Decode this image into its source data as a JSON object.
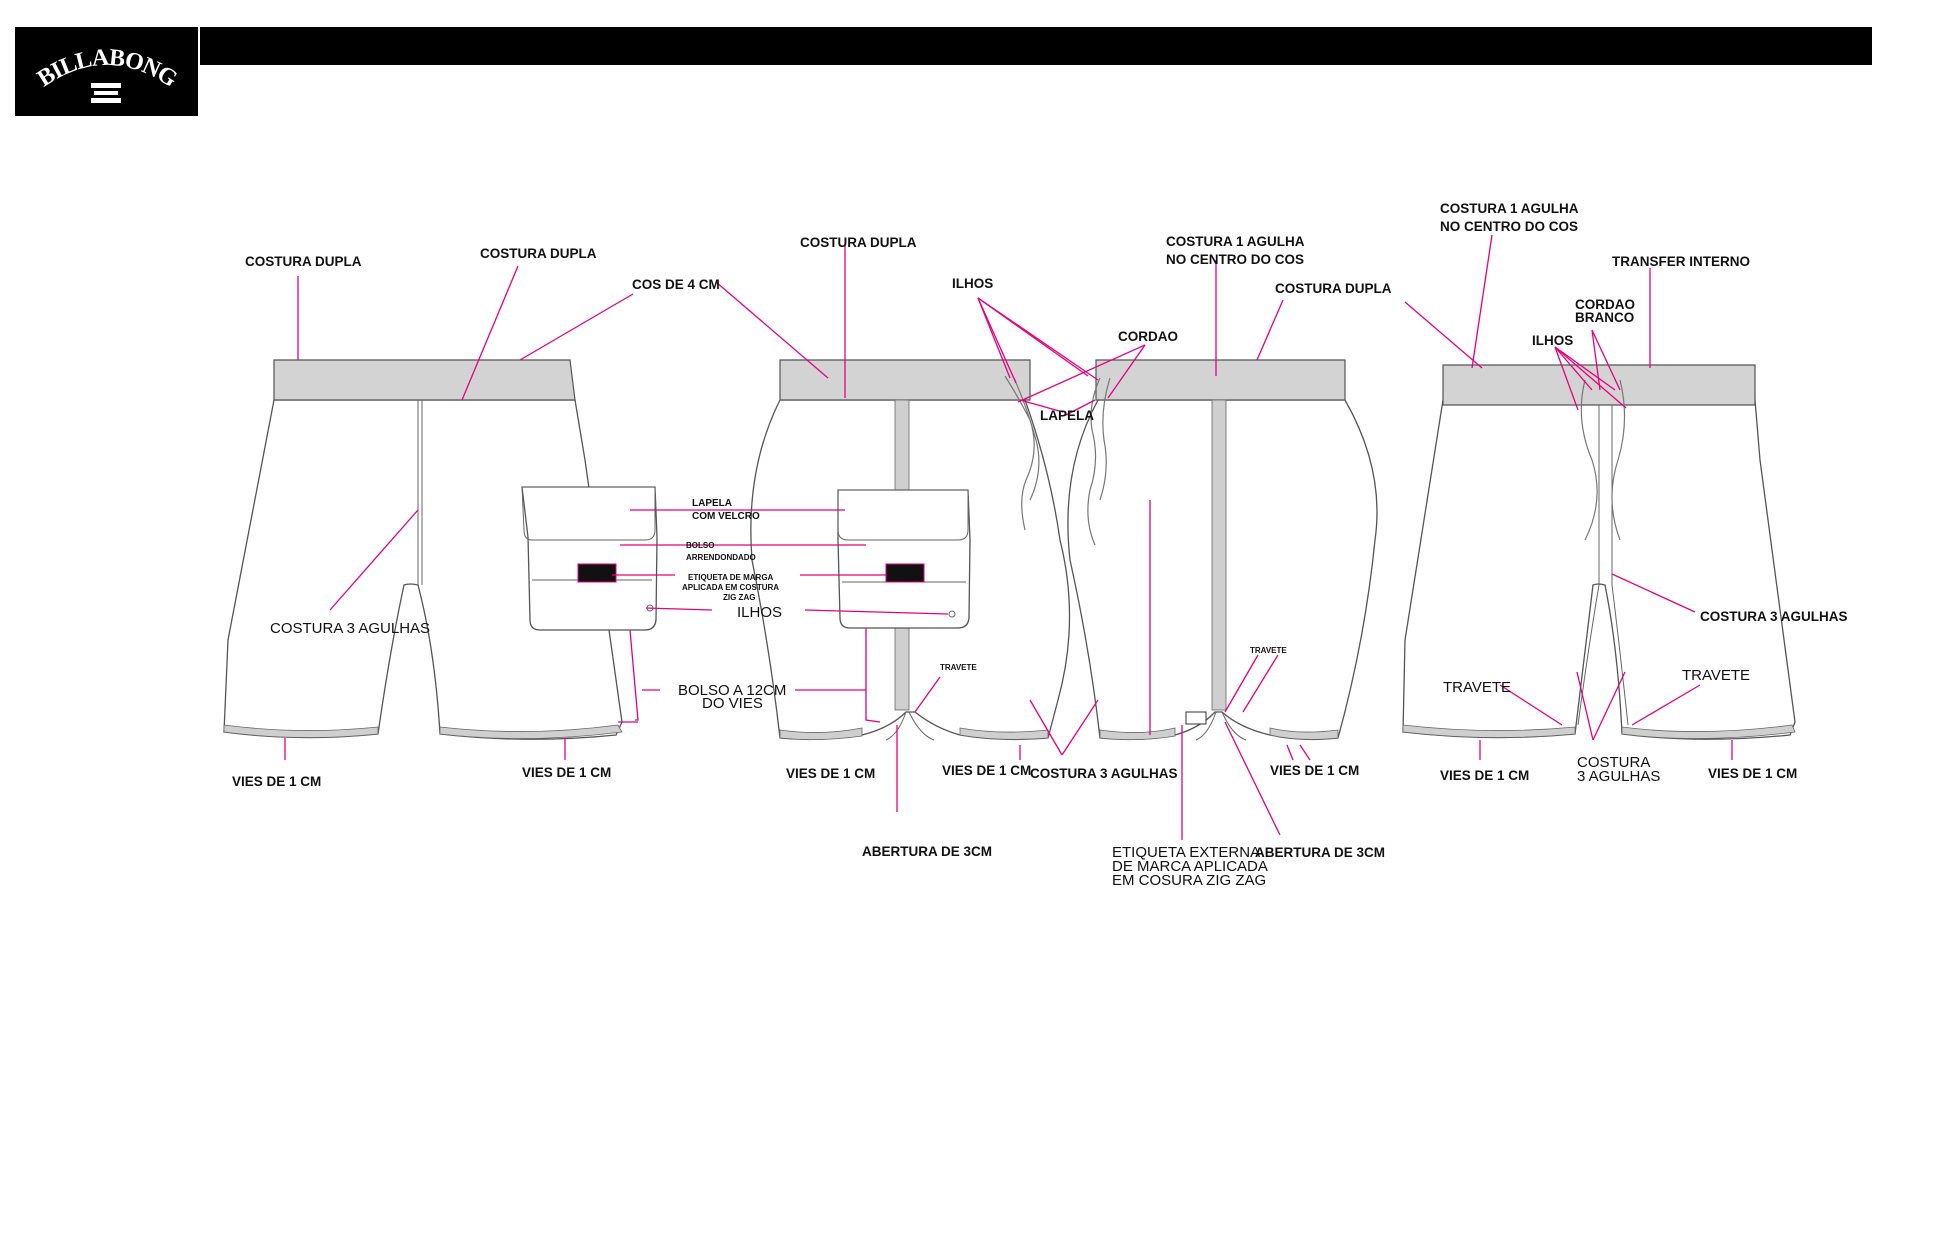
{
  "brand": {
    "name": "BILLABONG",
    "logo_icon": "billabong-logo-icon",
    "color": "#000000"
  },
  "colors": {
    "leader": "#e6007e",
    "band": "#d3d3d3",
    "outline": "#555555"
  },
  "labels": {
    "v1_costura_dupla_a": "COSTURA DUPLA",
    "v1_costura_dupla_b": "COSTURA DUPLA",
    "v1_cos": "COS DE 4 CM",
    "v1_costura3": "COSTURA 3 AGULHAS",
    "v1_vies_l": "VIES DE 1 CM",
    "v1_vies_r": "VIES DE 1 CM",
    "pk_lapela_1": "LAPELA",
    "pk_lapela_2": "COM VELCRO",
    "pk_bolso_1": "BOLSO",
    "pk_bolso_2": "ARRENDONDADO",
    "pk_etiq_1": "ETIQUETA DE MARGA",
    "pk_etiq_2": "APLICADA EM COSTURA",
    "pk_etiq_3": "ZIG ZAG",
    "pk_ilhos": "ILHOS",
    "pk_bolso12_1": "BOLSO A 12CM",
    "pk_bolso12_2": "DO VIES",
    "v2_costura_dupla": "COSTURA DUPLA",
    "v2_ilhos": "ILHOS",
    "v2_cordao": "CORDAO",
    "v2_lapela": "LAPELA",
    "v2_travete": "TRAVETE",
    "v2_vies_l": "VIES DE 1 CM",
    "v2_vies_r": "VIES DE 1 CM",
    "v2_abertura": "ABERTURA DE 3CM",
    "mid_costura3": "COSTURA 3 AGULHAS",
    "v3_costura1_1": "COSTURA 1 AGULHA",
    "v3_costura1_2": "NO CENTRO DO COS",
    "v3_costura_dupla": "COSTURA DUPLA",
    "v3_travete": "TRAVETE",
    "v3_vies": "VIES DE 1 CM",
    "v3_etiq_1": "ETIQUETA EXTERNA",
    "v3_etiq_2": "DE MARCA APLICADA",
    "v3_etiq_3": "EM COSURA ZIG ZAG",
    "v3_abertura": "ABERTURA DE 3CM",
    "v4_costura1_1": "COSTURA 1 AGULHA",
    "v4_costura1_2": "NO CENTRO DO COS",
    "v4_transfer": "TRANSFER INTERNO",
    "v4_cordao_1": "CORDAO",
    "v4_cordao_2": "BRANCO",
    "v4_ilhos": "ILHOS",
    "v4_costura3": "COSTURA 3 AGULHAS",
    "v4_travete_l": "TRAVETE",
    "v4_travete_r": "TRAVETE",
    "v4_costura_1": "COSTURA",
    "v4_costura_2": "3 AGULHAS",
    "v4_vies_l": "VIES DE 1 CM",
    "v4_vies_r": "VIES DE 1 CM"
  }
}
